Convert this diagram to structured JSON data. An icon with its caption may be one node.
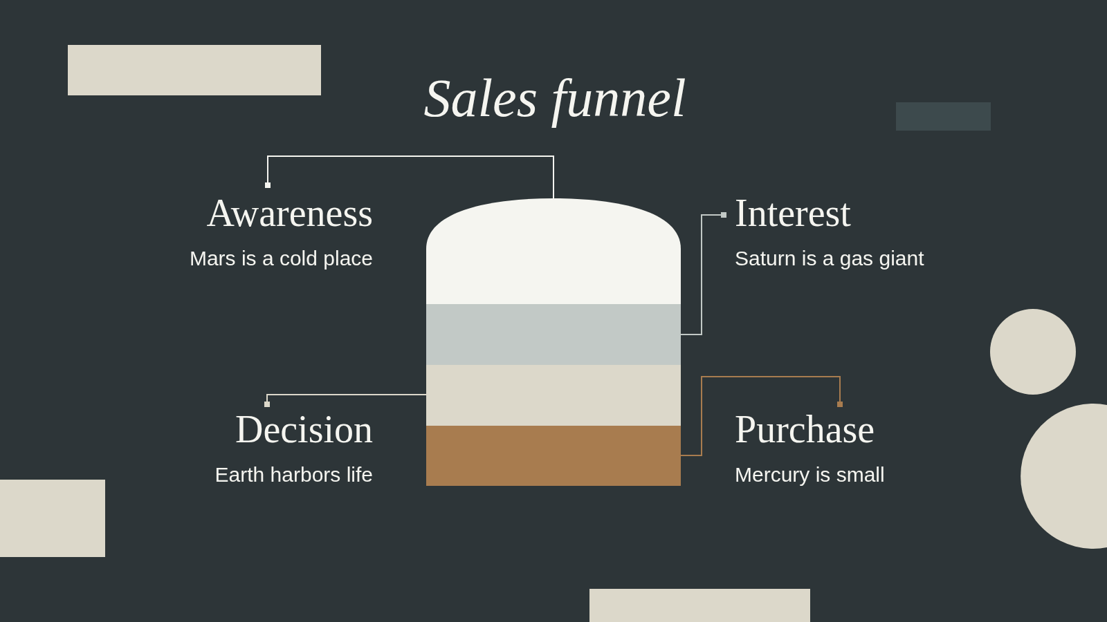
{
  "diagram": {
    "title": "Sales funnel",
    "nodes": [
      {
        "text": [
          "Awareness",
          "Mars is a cold place"
        ]
      },
      {
        "text": [
          "Interest",
          "Saturn is a gas giant"
        ]
      },
      {
        "text": [
          "Decision",
          "Earth harbors life"
        ]
      },
      {
        "text": [
          "Purchase",
          "Mercury is small"
        ]
      },
      {
        "text": [],
        "shape": "dome"
      },
      {
        "text": [],
        "shape": "bar"
      },
      {
        "text": [],
        "shape": "bar"
      },
      {
        "text": [],
        "shape": "bar"
      }
    ],
    "edges": [
      {
        "from": 0,
        "to": 4,
        "arrow": "other",
        "color": "#f5f5f0"
      },
      {
        "from": 1,
        "to": 5,
        "arrow": "other",
        "color": "#c2c9c6"
      },
      {
        "from": 2,
        "to": 6,
        "arrow": "other",
        "color": "#dcd8ca"
      },
      {
        "from": 3,
        "to": 7,
        "arrow": "other",
        "color": "#a87c4f"
      }
    ]
  }
}
